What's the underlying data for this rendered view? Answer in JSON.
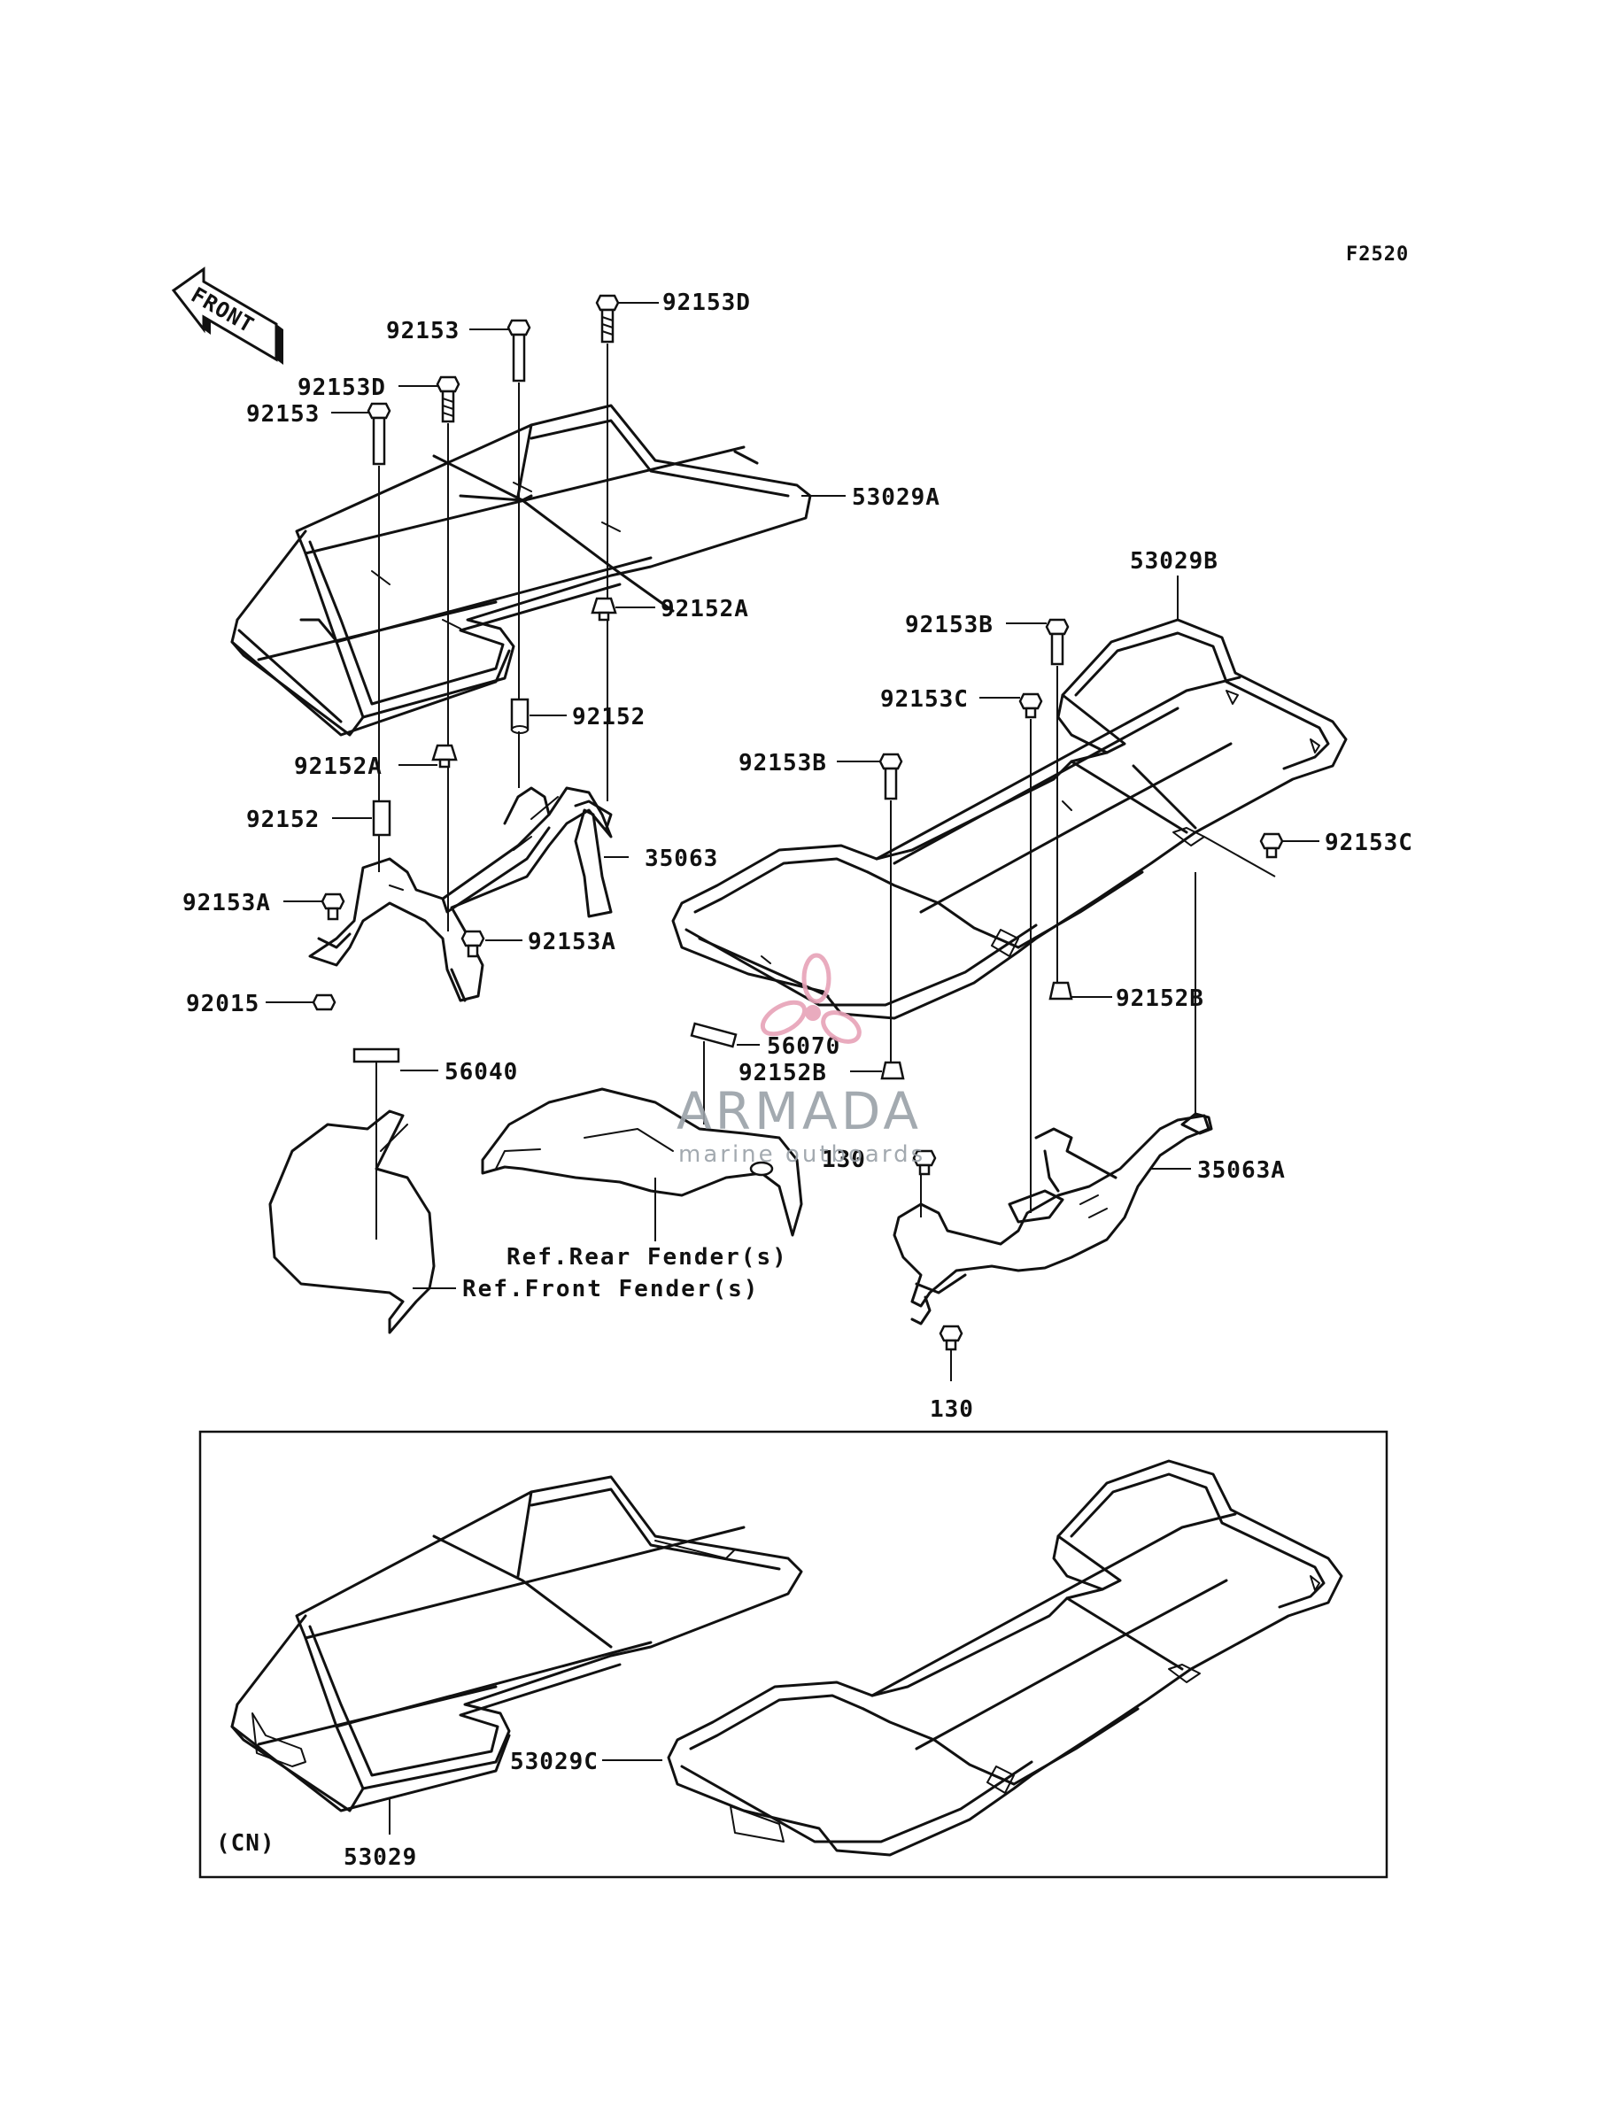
{
  "figure_code": "F2520",
  "front_arrow_label": "FRONT",
  "inset_label": "(CN)",
  "watermark": {
    "brand": "ARMADA",
    "tagline": "marine outboards",
    "logo_icon": "propeller-icon",
    "logo_color": "#e7a3b8",
    "text_color": "#9aa1a8"
  },
  "callouts": {
    "c_92153D_top": "92153D",
    "c_92153_top": "92153",
    "c_92153D_left": "92153D",
    "c_92153_left": "92153",
    "c_53029A": "53029A",
    "c_92152A_right": "92152A",
    "c_92152_mid": "92152",
    "c_92152A_left": "92152A",
    "c_92152_left": "92152",
    "c_35063": "35063",
    "c_92153A_left": "92153A",
    "c_92153A_right": "92153A",
    "c_92015": "92015",
    "c_56040": "56040",
    "c_56070": "56070",
    "c_53029B": "53029B",
    "c_92153B_top": "92153B",
    "c_92153C_left": "92153C",
    "c_92153B_left": "92153B",
    "c_92153C_right": "92153C",
    "c_92152B_right": "92152B",
    "c_92152B_left": "92152B",
    "c_130_top": "130",
    "c_35063A": "35063A",
    "c_130_bottom": "130",
    "c_53029C": "53029C",
    "c_53029": "53029"
  },
  "references": {
    "rear_fender": "Ref.Rear Fender(s)",
    "front_fender": "Ref.Front Fender(s)"
  }
}
